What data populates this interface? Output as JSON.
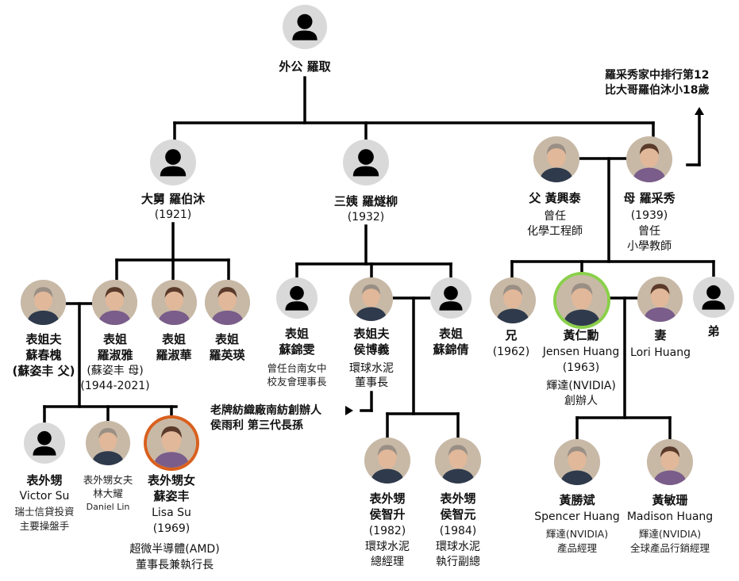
{
  "people": {
    "grandfather": {
      "name": "外公 羅取"
    },
    "uncle": {
      "name": "大舅 羅伯沐",
      "year": "(1921)"
    },
    "aunt3": {
      "name": "三姨 羅燧柳",
      "year": "(1932)"
    },
    "father": {
      "name": "父 黃興泰",
      "line1": "曾任",
      "line2": "化學工程師"
    },
    "mother": {
      "name": "母 羅采秀",
      "year": "(1939)",
      "line1": "曾任",
      "line2": "小學教師"
    },
    "su_chunhuai": {
      "line1": "表姐夫",
      "line2": "蘇春槐",
      "line3": "(蘇姿丰 父)"
    },
    "luo_shuya": {
      "line1": "表姐",
      "line2": "羅淑雅",
      "line3": "(蘇姿丰 母)",
      "line4": "(1944-2021)"
    },
    "luo_shuhua": {
      "line1": "表姐",
      "line2": "羅淑華"
    },
    "luo_yingying": {
      "line1": "表姐",
      "line2": "羅英瑛"
    },
    "su_jinwen": {
      "line1": "表姐",
      "line2": "蘇錦雯",
      "line3": "曾任台南女中",
      "line4": "校友會理事長"
    },
    "hou_boyi": {
      "line1": "表姐夫",
      "line2": "侯博義",
      "line3": "環球水泥",
      "line4": "董事長"
    },
    "su_jinqian": {
      "line1": "表姐",
      "line2": "蘇錦倩"
    },
    "brother_elder": {
      "line1": "兄",
      "line2": "(1962)"
    },
    "jensen": {
      "line1": "黃仁勳",
      "line2": "Jensen Huang",
      "line3": "(1963)",
      "line4": "輝達(NVIDIA)",
      "line5": "創辦人"
    },
    "lori": {
      "line1": "妻",
      "line2": "Lori Huang"
    },
    "brother_younger": {
      "line1": "弟"
    },
    "victor": {
      "line1": "表外甥",
      "line2": "Victor Su",
      "line3": "瑞士信貸投資",
      "line4": "主要操盤手"
    },
    "daniel": {
      "line1": "表外甥女夫",
      "line2": "林大耀",
      "line3": "Daniel Lin"
    },
    "lisa": {
      "line1": "表外甥女",
      "line2": "蘇姿丰",
      "line3": "Lisa Su",
      "line4": "(1969)",
      "line5": "超微半導體(AMD)",
      "line6": "董事長兼執行長"
    },
    "hou_zhisheng": {
      "line1": "表外甥",
      "line2": "侯智升",
      "line3": "(1982)",
      "line4": "環球水泥",
      "line5": "總經理"
    },
    "hou_zhiyuan": {
      "line1": "表外甥",
      "line2": "侯智元",
      "line3": "(1984)",
      "line4": "環球水泥",
      "line5": "執行副總"
    },
    "spencer": {
      "line1": "黃勝斌",
      "line2": "Spencer Huang",
      "line3": "輝達(NVIDIA)",
      "line4": "產品經理"
    },
    "madison": {
      "line1": "黃敏珊",
      "line2": "Madison Huang",
      "line3": "輝達(NVIDIA)",
      "line4": "全球產品行銷經理"
    }
  },
  "notes": {
    "mother_rank": {
      "line1": "羅采秀家中排行第12",
      "line2": "比大哥羅伯沐小18歲"
    },
    "hou_lineage": {
      "line1": "老牌紡織廠南紡創辦人",
      "line2": "侯雨利 第三代長孫"
    }
  },
  "colors": {
    "line": "#000000",
    "avatar_bg": "#d9d9d9",
    "jensen_ring": "#8ad04a",
    "lisa_ring": "#d9601e"
  }
}
